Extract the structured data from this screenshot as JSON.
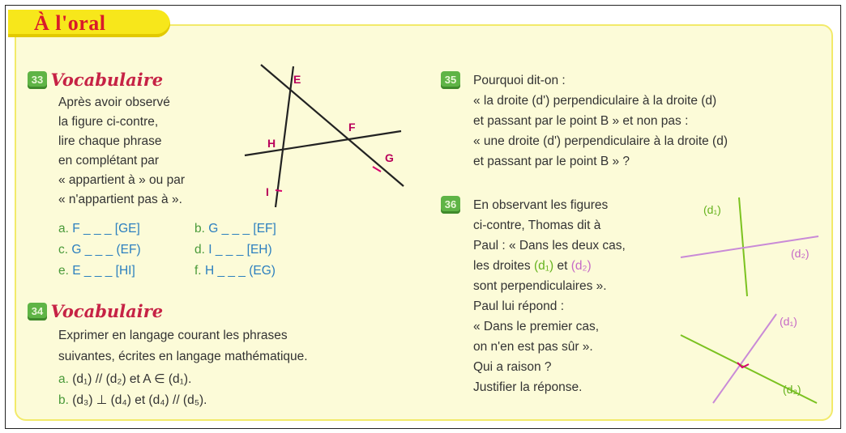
{
  "header": {
    "title": "À l'oral"
  },
  "ex33": {
    "number": "33",
    "title": "Vocabulaire",
    "lines": [
      "Après avoir observé",
      "la figure ci-contre,",
      "lire chaque phrase",
      "en complétant par",
      "« appartient à » ou par",
      "« n'appartient pas à »."
    ],
    "items": [
      {
        "label": "a.",
        "text": "F _ _ _ [GE]"
      },
      {
        "label": "b.",
        "text": "G _ _ _ [EF]"
      },
      {
        "label": "c.",
        "text": "G _ _ _ (EF)"
      },
      {
        "label": "d.",
        "text": "I _ _ _ [EH)"
      },
      {
        "label": "e.",
        "text": "E _ _ _ [HI]"
      },
      {
        "label": "f.",
        "text": "H _ _ _ (EG)"
      }
    ],
    "figure_points": [
      "E",
      "F",
      "H",
      "G",
      "I"
    ]
  },
  "ex34": {
    "number": "34",
    "title": "Vocabulaire",
    "lines": [
      "Exprimer en langage courant les phrases",
      "suivantes, écrites en langage mathématique."
    ],
    "items": [
      {
        "label": "a.",
        "text": "(d₁) // (d₂)  et  A ∈ (d₁)."
      },
      {
        "label": "b.",
        "text": "(d₃) ⊥ (d₄)  et  (d₄) // (d₅)."
      }
    ]
  },
  "ex35": {
    "number": "35",
    "lines": [
      "Pourquoi dit-on :",
      "« la droite (d') perpendiculaire à la droite (d)",
      "et passant par le point B » et non pas :",
      "« une droite (d') perpendiculaire à la droite (d)",
      "et passant par le point B » ?"
    ]
  },
  "ex36": {
    "number": "36",
    "lines": [
      "En observant les figures",
      "ci-contre, Thomas dit à",
      "Paul : « Dans les deux cas,",
      "les droites (d₁) et (d₂)",
      "sont perpendiculaires ».",
      "Paul lui répond :",
      "« Dans le premier cas,",
      "on n'en est pas sûr ».",
      "Qui a raison ?",
      "Justifier la réponse."
    ],
    "line4_parts": {
      "pre": "les droites ",
      "d1": "(d₁)",
      "mid": " et ",
      "d2": "(d₂)"
    },
    "fig_labels": {
      "top_d1": "(d₁)",
      "top_d2": "(d₂)",
      "bot_d1": "(d₁)",
      "bot_d2": "(d₂)"
    }
  },
  "colors": {
    "panel": "#fcfbd8",
    "tab": "#f7e71b",
    "title_red": "#d91a2a",
    "green": "#66b31f",
    "mauve": "#c66ac7",
    "blue": "#2b7fbf"
  }
}
